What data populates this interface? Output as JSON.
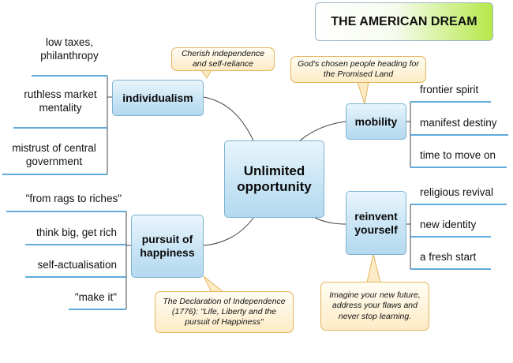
{
  "title": "THE AMERICAN DREAM",
  "center": {
    "label": "Unlimited opportunity"
  },
  "topics": {
    "individualism": {
      "label": "individualism",
      "callout": "Cherish independence and self-reliance",
      "leaves": [
        "low taxes, philanthropy",
        "ruthless market mentality",
        "mistrust of central government"
      ]
    },
    "mobility": {
      "label": "mobility",
      "callout": "God's chosen people heading for the Promised Land",
      "leaves": [
        "frontier spirit",
        "manifest destiny",
        "time to move on"
      ]
    },
    "pursuit": {
      "label": "pursuit of happiness",
      "callout": "The Declaration of Independence (1776): \"Life, Liberty and the pursuit of Happiness\"",
      "leaves": [
        "\"from rags to riches\"",
        "think big, get rich",
        "self-actualisation",
        "\"make it\""
      ]
    },
    "reinvent": {
      "label": "reinvent yourself",
      "callout": "Imagine your new future, address your flaws and never stop learning.",
      "leaves": [
        "religious revival",
        "new identity",
        "a fresh start"
      ]
    }
  },
  "colors": {
    "node_border": "#7fb2d0",
    "leaf_underline": "#2f8fcf",
    "branch_line": "#444444",
    "callout_border": "#e3b45e",
    "title_accent": "#b6e84a"
  }
}
